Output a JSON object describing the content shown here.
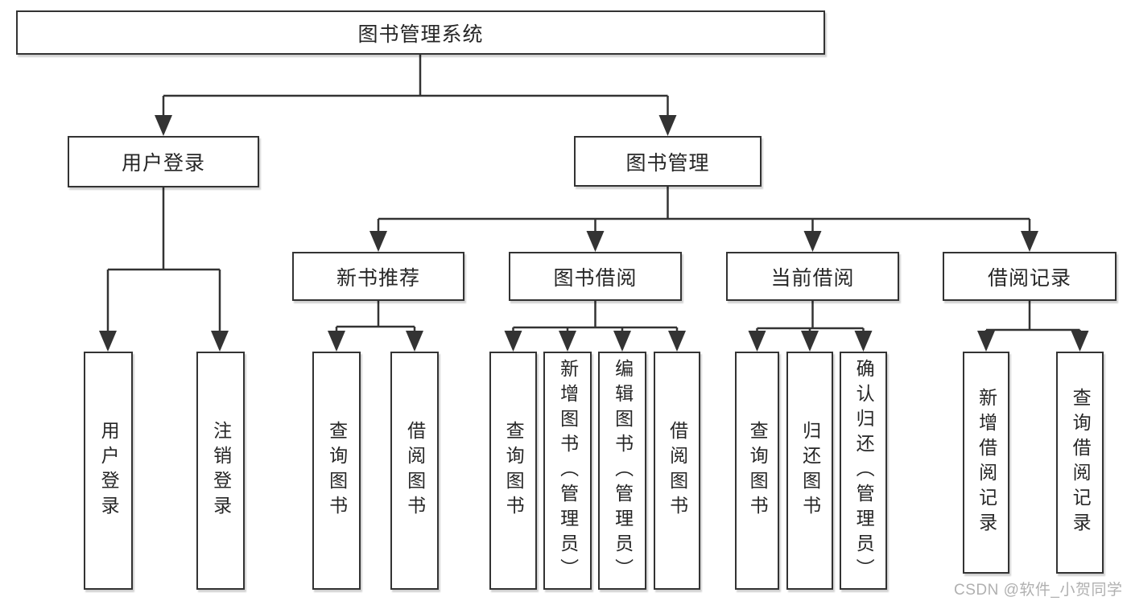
{
  "diagram": {
    "root": {
      "label": "图书管理系统"
    },
    "level1": [
      {
        "label": "用户登录"
      },
      {
        "label": "图书管理"
      }
    ],
    "level2": [
      {
        "label": "新书推荐"
      },
      {
        "label": "图书借阅"
      },
      {
        "label": "当前借阅"
      },
      {
        "label": "借阅记录"
      }
    ],
    "leaves": {
      "user_login": [
        {
          "label": "用户登录"
        },
        {
          "label": "注销登录"
        }
      ],
      "new_book_recommend": [
        {
          "label": "查询图书"
        },
        {
          "label": "借阅图书"
        }
      ],
      "book_borrow": [
        {
          "label": "查询图书"
        },
        {
          "label": "新增图书（管理员）"
        },
        {
          "label": "编辑图书（管理员）"
        },
        {
          "label": "借阅图书"
        }
      ],
      "current_borrow": [
        {
          "label": "查询图书"
        },
        {
          "label": "归还图书"
        },
        {
          "label": "确认归还（管理员）"
        }
      ],
      "borrow_records": [
        {
          "label": "新增借阅记录"
        },
        {
          "label": "查询借阅记录"
        }
      ]
    }
  },
  "watermark": {
    "text": "CSDN @软件_小贺同学"
  },
  "colors": {
    "line": "#333333",
    "box_border": "#333333",
    "box_fill": "#ffffff",
    "text": "#262626",
    "watermark": "#b0b0b0",
    "background": "#ffffff"
  }
}
